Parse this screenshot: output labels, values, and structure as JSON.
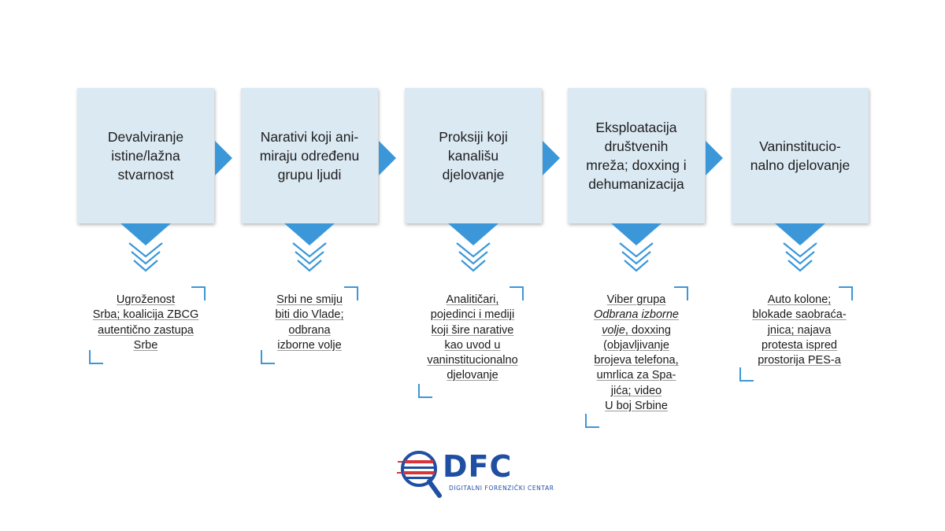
{
  "steps": [
    {
      "title_lines": [
        "Devalviranje",
        "istine/lažna",
        "stvarnost"
      ],
      "desc_lines": [
        {
          "text": "Ugroženost"
        },
        {
          "text": "Srba; koalicija ZBCG"
        },
        {
          "text": "autentično zastupa"
        },
        {
          "text": "Srbe"
        }
      ]
    },
    {
      "title_lines": [
        "Narativi koji ani-",
        "miraju određenu",
        "grupu ljudi"
      ],
      "desc_lines": [
        {
          "text": "Srbi ne smiju"
        },
        {
          "text": "biti dio Vlade;"
        },
        {
          "text": "odbrana"
        },
        {
          "text": "izborne volje"
        }
      ]
    },
    {
      "title_lines": [
        "Proksiji koji",
        "kanališu",
        "djelovanje"
      ],
      "desc_lines": [
        {
          "text": "Analitičari,"
        },
        {
          "text": "pojedinci i mediji"
        },
        {
          "text": "koji šire narative"
        },
        {
          "text": "kao uvod u"
        },
        {
          "text": "vaninstitucionalno"
        },
        {
          "text": "djelovanje"
        }
      ]
    },
    {
      "title_lines": [
        "Eksploatacija",
        "društvenih",
        "mreža; doxxing i",
        "dehumanizacija"
      ],
      "desc_lines": [
        {
          "text": "Viber grupa"
        },
        {
          "text": "Odbrana izborne",
          "italic": true
        },
        {
          "text": "volje, doxxing",
          "italic_prefix": "volje"
        },
        {
          "text": "(objavljivanje"
        },
        {
          "text": "brojeva telefona,"
        },
        {
          "text": "umrlica za Spa-"
        },
        {
          "text": "jića; video"
        },
        {
          "text": "U boj Srbine"
        }
      ]
    },
    {
      "title_lines": [
        "Vaninstitucio-",
        "nalno djelovanje"
      ],
      "desc_lines": [
        {
          "text": "Auto kolone;"
        },
        {
          "text": "blokade saobraća-"
        },
        {
          "text": "jnica; najava"
        },
        {
          "text": "protesta ispred"
        },
        {
          "text": "prostorija PES-a"
        }
      ]
    }
  ],
  "logo": {
    "name": "DFC",
    "subtitle": "DIGITALNI FORENZIČKI CENTAR"
  },
  "colors": {
    "box_fill": "#dbe9f3",
    "accent_blue": "#3b97d8",
    "logo_blue": "#1f4fa3",
    "logo_red": "#d8343a"
  }
}
